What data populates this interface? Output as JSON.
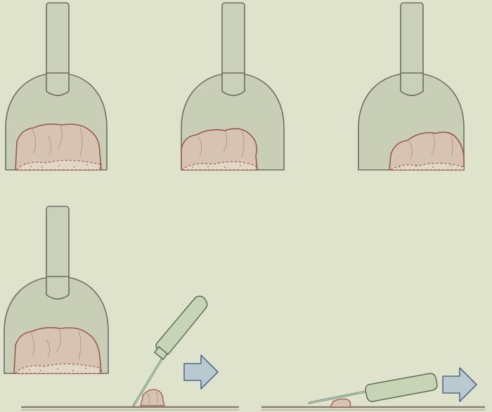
{
  "colors": {
    "background": "#dfe3cc",
    "scoop_fill": "#c9cfb6",
    "outline": "#6b6f66",
    "lump_fill": "#d6c3b1",
    "lump_outline": "#9b5a4e",
    "arrow_fill": "#b9c9cf",
    "arrow_outline": "#516e8c"
  },
  "figure": {
    "scoops": [
      {
        "name": "scoop-1",
        "fill_level": "full"
      },
      {
        "name": "scoop-2",
        "fill_level": "reduced"
      },
      {
        "name": "scoop-3",
        "fill_level": "low"
      },
      {
        "name": "scoop-4",
        "fill_level": "full"
      }
    ],
    "tools": [
      {
        "name": "spatula-steep",
        "angle": "steep"
      },
      {
        "name": "spatula-shallow",
        "angle": "shallow"
      }
    ],
    "arrows": [
      {
        "name": "direction-arrow-1",
        "direction": "right"
      },
      {
        "name": "direction-arrow-2",
        "direction": "right"
      }
    ]
  }
}
